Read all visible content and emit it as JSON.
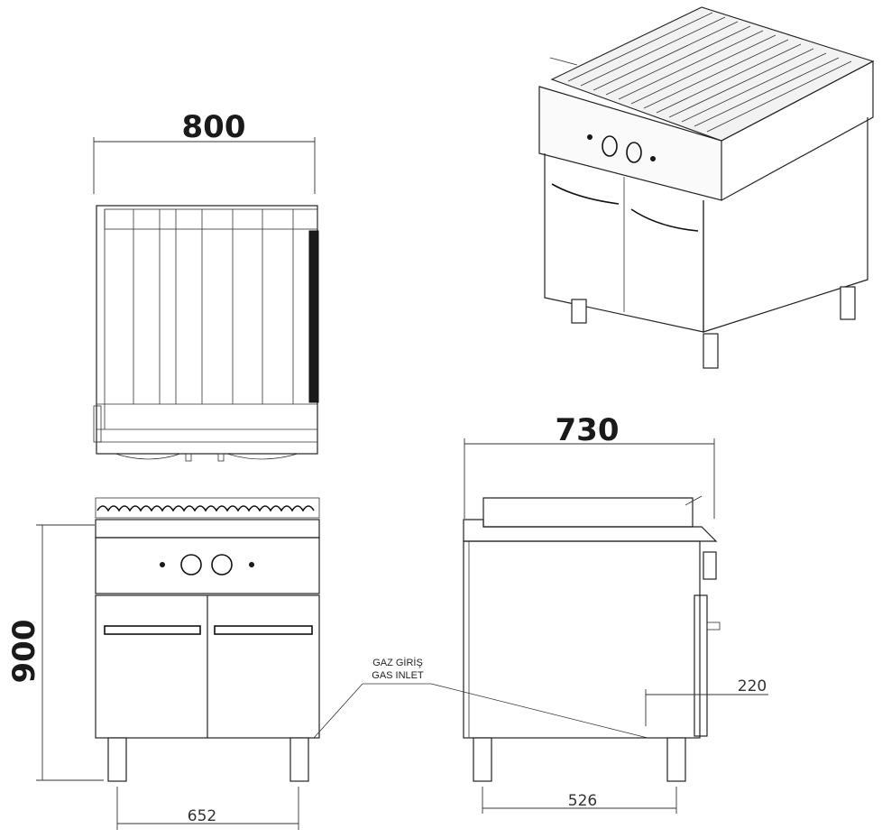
{
  "dimensions": {
    "top_width": "800",
    "side_depth": "730",
    "front_height": "900",
    "front_foot_spacing": "652",
    "side_foot_spacing": "526",
    "gas_inlet_height": "220"
  },
  "labels": {
    "gas_inlet_tr": "GAZ GİRİŞ",
    "gas_inlet_en": "GAS INLET"
  }
}
